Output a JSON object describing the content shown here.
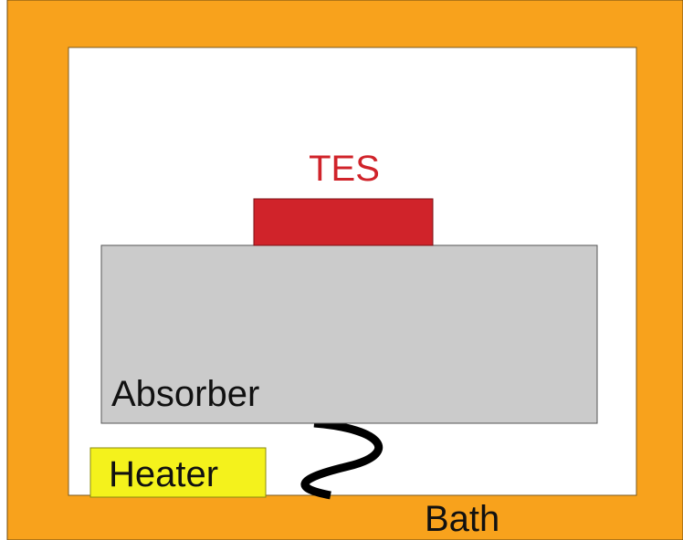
{
  "colors": {
    "bath": "#F8A21C",
    "vacuum": "#FFFFFF",
    "absorber": "#CBCBCB",
    "tes": "#D0232A",
    "heater": "#F4F21C",
    "link": "#000000",
    "tes_label": "#D0232A",
    "text": "#111111"
  },
  "labels": {
    "tes": "TES",
    "absorber": "Absorber",
    "heater": "Heater",
    "bath": "Bath"
  }
}
